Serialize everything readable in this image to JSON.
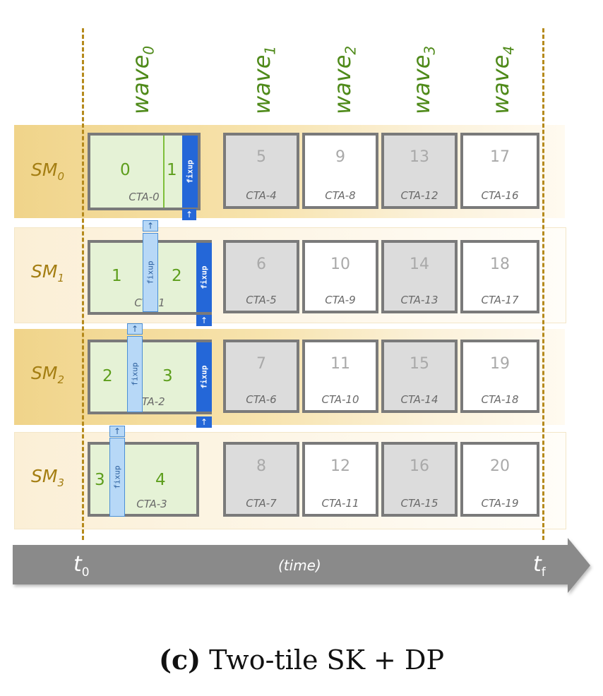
{
  "waves": [
    {
      "base": "wave",
      "sub": "0"
    },
    {
      "base": "wave",
      "sub": "1"
    },
    {
      "base": "wave",
      "sub": "2"
    },
    {
      "base": "wave",
      "sub": "3"
    },
    {
      "base": "wave",
      "sub": "4"
    }
  ],
  "sms": [
    {
      "base": "SM",
      "sub": "0"
    },
    {
      "base": "SM",
      "sub": "1"
    },
    {
      "base": "SM",
      "sub": "2"
    },
    {
      "base": "SM",
      "sub": "3"
    }
  ],
  "sk_tiles": [
    {
      "cta": "CTA-0",
      "left_tile": "0",
      "right_tile": "1",
      "fixup": "fixup"
    },
    {
      "cta": "CTA-1",
      "left_tile": "1",
      "right_tile": "2",
      "fixup": "fixup",
      "incoming_fixup": "fixup"
    },
    {
      "cta": "CTA-2",
      "left_tile": "2",
      "right_tile": "3",
      "fixup": "fixup",
      "incoming_fixup": "fixup"
    },
    {
      "cta": "CTA-3",
      "left_tile": "3",
      "right_tile": "4",
      "incoming_fixup": "fixup"
    }
  ],
  "dp_tiles": [
    [
      {
        "n": "5",
        "cta": "CTA-4"
      },
      {
        "n": "9",
        "cta": "CTA-8"
      },
      {
        "n": "13",
        "cta": "CTA-12"
      },
      {
        "n": "17",
        "cta": "CTA-16"
      }
    ],
    [
      {
        "n": "6",
        "cta": "CTA-5"
      },
      {
        "n": "10",
        "cta": "CTA-9"
      },
      {
        "n": "14",
        "cta": "CTA-13"
      },
      {
        "n": "18",
        "cta": "CTA-17"
      }
    ],
    [
      {
        "n": "7",
        "cta": "CTA-6"
      },
      {
        "n": "11",
        "cta": "CTA-10"
      },
      {
        "n": "15",
        "cta": "CTA-14"
      },
      {
        "n": "19",
        "cta": "CTA-18"
      }
    ],
    [
      {
        "n": "8",
        "cta": "CTA-7"
      },
      {
        "n": "12",
        "cta": "CTA-11"
      },
      {
        "n": "16",
        "cta": "CTA-15"
      },
      {
        "n": "20",
        "cta": "CTA-19"
      }
    ]
  ],
  "arrow_glyph": "↑",
  "timeline": {
    "start": {
      "base": "t",
      "sub": "0"
    },
    "end": {
      "base": "t",
      "sub": "f"
    },
    "label": "(time)"
  },
  "caption": {
    "bold": "(c)",
    "text": " Two-tile SK + DP"
  },
  "colors": {
    "wave": "#4f8a1a",
    "sm_label": "#a47e12",
    "fixup": "#2467d8",
    "fixup_light": "#b7d8f7",
    "sk_fill": "#e5f2d6",
    "dp_gray": "#dcdcdc",
    "timeline": "#8a8a8a"
  }
}
